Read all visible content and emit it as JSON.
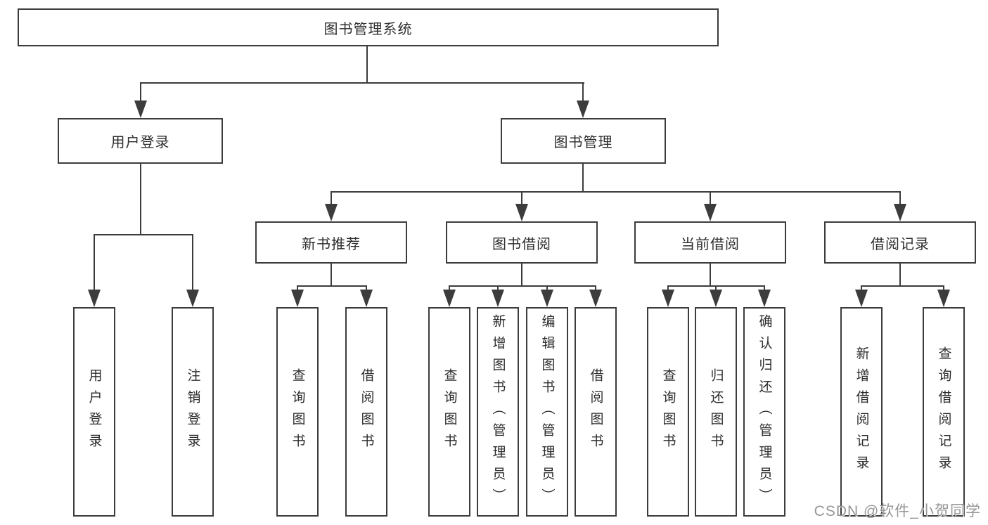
{
  "diagram": {
    "root": {
      "label": "图书管理系统"
    },
    "level2": [
      {
        "label": "用户登录"
      },
      {
        "label": "图书管理"
      }
    ],
    "level3": [
      {
        "label": "新书推荐"
      },
      {
        "label": "图书借阅"
      },
      {
        "label": "当前借阅"
      },
      {
        "label": "借阅记录"
      }
    ],
    "groups": [
      {
        "parent": "用户登录",
        "children": [
          "用户登录",
          "注销登录"
        ]
      },
      {
        "parent": "新书推荐",
        "children": [
          "查询图书",
          "借阅图书"
        ]
      },
      {
        "parent": "图书借阅",
        "children": [
          "查询图书",
          "新增图书（管理员）",
          "编辑图书（管理员）",
          "借阅图书"
        ]
      },
      {
        "parent": "当前借阅",
        "children": [
          "查询图书",
          "归还图书",
          "确认归还（管理员）"
        ]
      },
      {
        "parent": "借阅记录",
        "children": [
          "新增借阅记录",
          "查询借阅记录"
        ]
      }
    ]
  },
  "watermark": {
    "text": "CSDN @软件_小贺同学",
    "color": "#8c8c8c"
  },
  "colors": {
    "line": "#3c3c3c",
    "text": "#2d2d2d",
    "background": "#ffffff"
  }
}
